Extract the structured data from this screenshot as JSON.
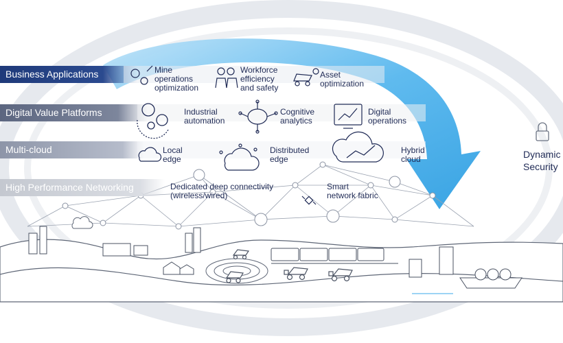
{
  "layers": [
    {
      "id": "business",
      "label": "Business Applications"
    },
    {
      "id": "platforms",
      "label": "Digital Value Platforms"
    },
    {
      "id": "cloud",
      "label": "Multi-cloud"
    },
    {
      "id": "network",
      "label": "High Performance Networking"
    }
  ],
  "items": {
    "mine_ops": "Mine\noperations\noptimization",
    "workforce": "Workforce\nefficiency\nand safety",
    "asset": "Asset\noptimization",
    "industrial": "Industrial\nautomation",
    "cognitive": "Cognitive\nanalytics",
    "digital_ops": "Digital\noperations",
    "local_edge": "Local\nedge",
    "distributed_edge": "Distributed\nedge",
    "hybrid_cloud": "Hybrid\ncloud",
    "dedicated": "Dedicated deep connectivity\n(wireless/wired)",
    "smart_fabric": "Smart\nnetwork fabric"
  },
  "security": {
    "label": "Dynamic\nSecurity"
  },
  "colors": {
    "navy": "#1a2f6e",
    "band_dark": "#1f3a7a",
    "band_mid": "#5c6680",
    "band_light": "#8d95a8",
    "band_pale": "#c4c8d0",
    "arrow": "#3aa8e8",
    "ellipse": "#e4e7ec",
    "line": "#6a7282"
  }
}
